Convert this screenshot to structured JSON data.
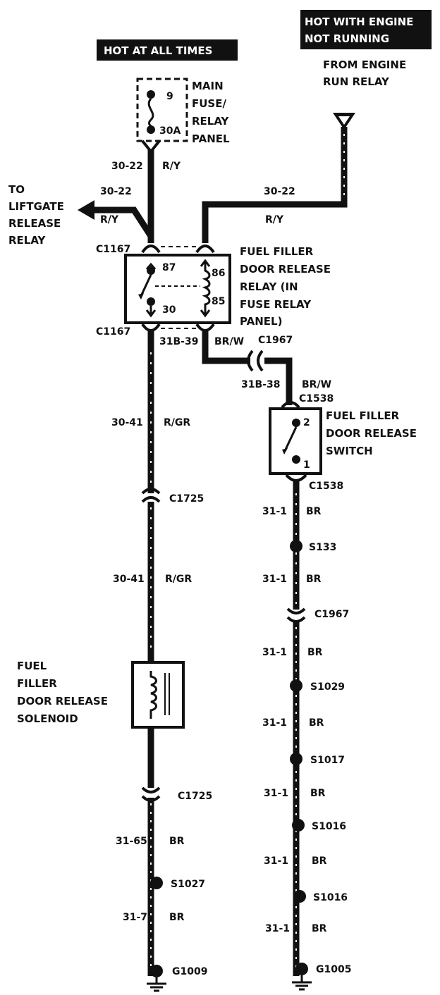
{
  "banners": {
    "hot_at_all_times": "HOT AT ALL TIMES",
    "hot_engine_line1": "HOT WITH ENGINE",
    "hot_engine_line2": "NOT RUNNING"
  },
  "labels": {
    "from_engine_1": "FROM ENGINE",
    "from_engine_2": "RUN RELAY",
    "main_fuse_1": "MAIN",
    "main_fuse_2": "FUSE/",
    "main_fuse_3": "RELAY",
    "main_fuse_4": "PANEL",
    "fuse_pin": "9",
    "fuse_rating": "30A",
    "to_liftgate_1": "TO",
    "to_liftgate_2": "LIFTGATE",
    "to_liftgate_3": "RELEASE",
    "to_liftgate_4": "RELAY",
    "relay_1": "FUEL FILLER",
    "relay_2": "DOOR RELEASE",
    "relay_3": "RELAY (IN",
    "relay_4": "FUSE RELAY",
    "relay_5": "PANEL)",
    "relay_pin_87": "87",
    "relay_pin_30": "30",
    "relay_pin_86": "86",
    "relay_pin_85": "85",
    "switch_1": "FUEL FILLER",
    "switch_2": "DOOR RELEASE",
    "switch_3": "SWITCH",
    "switch_pin_2": "2",
    "switch_pin_1": "1",
    "solenoid_1": "FUEL",
    "solenoid_2": "FILLER",
    "solenoid_3": "DOOR RELEASE",
    "solenoid_4": "SOLENOID"
  },
  "wires": {
    "w_30_22_a": "30-22",
    "w_ry_a": "R/Y",
    "w_30_22_b": "30-22",
    "w_ry_b": "R/Y",
    "w_30_22_c": "30-22",
    "w_ry_c": "R/Y",
    "w_31b39": "31B-39",
    "w_brw_a": "BR/W",
    "w_31b38": "31B-38",
    "w_brw_b": "BR/W",
    "w_30_41_a": "30-41",
    "w_rgr_a": "R/GR",
    "w_30_41_b": "30-41",
    "w_rgr_b": "R/GR",
    "w_31_65": "31-65",
    "w_br_l1": "BR",
    "w_31_7": "31-7",
    "w_br_l2": "BR",
    "r1_num": "31-1",
    "r1_col": "BR",
    "r2_num": "31-1",
    "r2_col": "BR",
    "r3_num": "31-1",
    "r3_col": "BR",
    "r4_num": "31-1",
    "r4_col": "BR",
    "r5_num": "31-1",
    "r5_col": "BR",
    "r6_num": "31-1",
    "r6_col": "BR",
    "r7_num": "31-1",
    "r7_col": "BR"
  },
  "connectors": {
    "c1167_top": "C1167",
    "c1167_bot": "C1167",
    "c1967_top": "C1967",
    "c1538_top": "C1538",
    "c1538_bot": "C1538",
    "c1725_top": "C1725",
    "c1725_bot": "C1725",
    "c1967_mid": "C1967"
  },
  "splices": {
    "s133": "S133",
    "s1029": "S1029",
    "s1017": "S1017",
    "s1016_a": "S1016",
    "s1016_b": "S1016",
    "s1027": "S1027"
  },
  "grounds": {
    "g1009": "G1009",
    "g1005": "G1005"
  }
}
